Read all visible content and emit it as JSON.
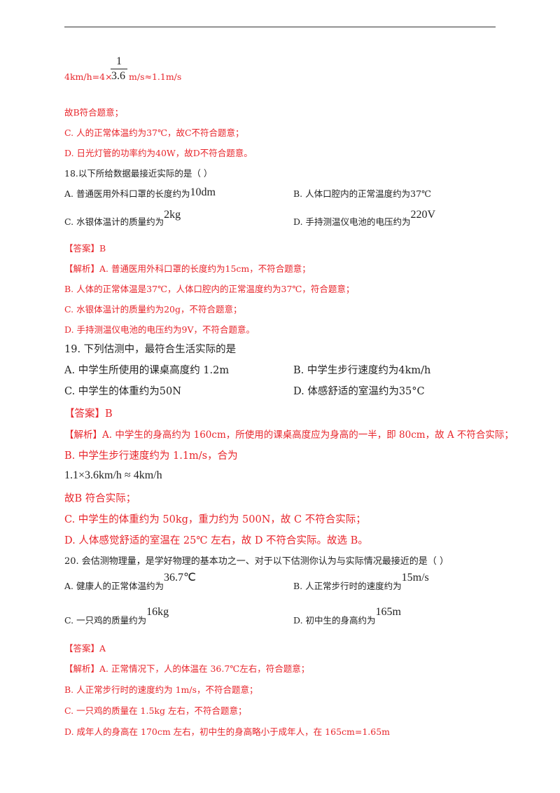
{
  "prev": {
    "formula_lhs": "4km/h=4×",
    "formula_num": "1",
    "formula_den": "3.6",
    "formula_rhs": "m/s≈1.1m/s",
    "l1": "故B符合题意；",
    "l2": "C. 人的正常体温约为37℃，故C不符合题意；",
    "l3": "D. 日光灯管的功率约为40W，故D不符合题意。"
  },
  "q18": {
    "stem": "18.以下所给数据最接近实际的是（      ）",
    "a_text": "A.  普通医用外科口罩的长度约为",
    "a_val": "10dm",
    "b_text": "B.  人体口腔内的正常温度约为37℃",
    "c_text": "C.  水银体温计的质量约为",
    "c_val": "2kg",
    "d_text": "D.  手持测温仪电池的电压约为",
    "d_val": "220V",
    "answer": "【答案】B",
    "e_tag": "【解析】",
    "e1": "A. 普通医用外科口罩的长度约为15cm，不符合题意；",
    "e2": "B. 人体的正常体温是37℃，人体口腔内的正常温度约为37℃，符合题意；",
    "e3": "C. 水银体温计的质量约为20g，不符合题意；",
    "e4": "D. 手持测温仪电池的电压约为9V，不符合题意。"
  },
  "q19": {
    "stem": "19. 下列估测中，最符合生活实际的是",
    "a": "A. 中学生所使用的课桌高度约 1.2m",
    "b": "B. 中学生步行速度约为4km/h",
    "c": "C. 中学生的体重约为50N",
    "d": "D. 体感舒适的室温约为35°C",
    "answer": "【答案】B",
    "e1": "【解析】A. 中学生的身高约为 160cm，所使用的课桌高度应为身高的一半，即 80cm，故 A 不符合实际；",
    "e2": "B. 中学生步行速度约为 1.1m/s，合为",
    "formula": "1.1×3.6km/h ≈ 4km/h",
    "e3": "故B 符合实际；",
    "e4": "C. 中学生的体重约为 50kg，重力约为 500N，故 C 不符合实际；",
    "e5": "D. 人体感觉舒适的室温在 25℃ 左右，故 D 不符合实际。故选 B。"
  },
  "q20": {
    "stem": "20.  会估测物理量，是学好物理的基本功之一、对于以下估测你认为与实际情况最接近的是（      ）",
    "a_text": "A.  健康人的正常体温约为",
    "a_val": "36.7℃",
    "b_text": "B.  人正常步行时的速度约为",
    "b_val": "15m/s",
    "c_text": "C.  一只鸡的质量约为",
    "c_val": "16kg",
    "d_text": "D.  初中生的身高约为",
    "d_val": "165m",
    "answer": "【答案】A",
    "e_tag": "【解析】",
    "e1": "A. 正常情况下，人的体温在 36.7℃左右，符合题意；",
    "e2": "B. 人正常步行时的速度约为 1m/s，不符合题意；",
    "e3": "C. 一只鸡的质量在 1.5kg 左右，不符合题意；",
    "e4": "D. 成年人的身高在 170cm 左右，初中生的身高略小于成年人，在 165cm=1.65m"
  }
}
